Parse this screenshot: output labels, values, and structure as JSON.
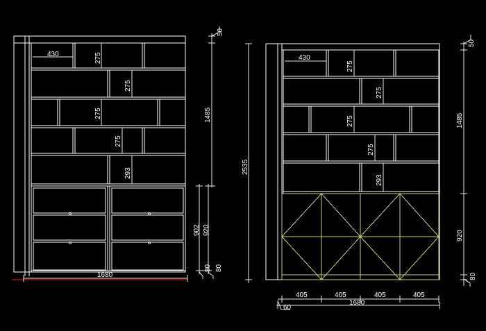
{
  "colors": {
    "background": "#000000",
    "lines": "#ffffff",
    "wine_rack": "#c9d26a",
    "floor_line": "#ff1a1a"
  },
  "left_elevation": {
    "dims": {
      "top": "50",
      "cell_width": "430",
      "shelf_heights": [
        "275",
        "275",
        "275",
        "275",
        "293"
      ],
      "upper_height": "1485",
      "lower_902": "902",
      "lower_920": "920",
      "plinth_inner": "80",
      "plinth_outer": "80",
      "total_width": "1680"
    }
  },
  "right_elevation": {
    "dims": {
      "top": "50",
      "total_height": "2535",
      "cell_width": "430",
      "shelf_heights": [
        "275",
        "275",
        "275",
        "275",
        "293"
      ],
      "upper_height": "1485",
      "lower_920": "920",
      "plinth": "80",
      "rack_segments": [
        "405",
        "405",
        "405",
        "405"
      ],
      "total_width": "1680",
      "side_offset": "60"
    }
  }
}
